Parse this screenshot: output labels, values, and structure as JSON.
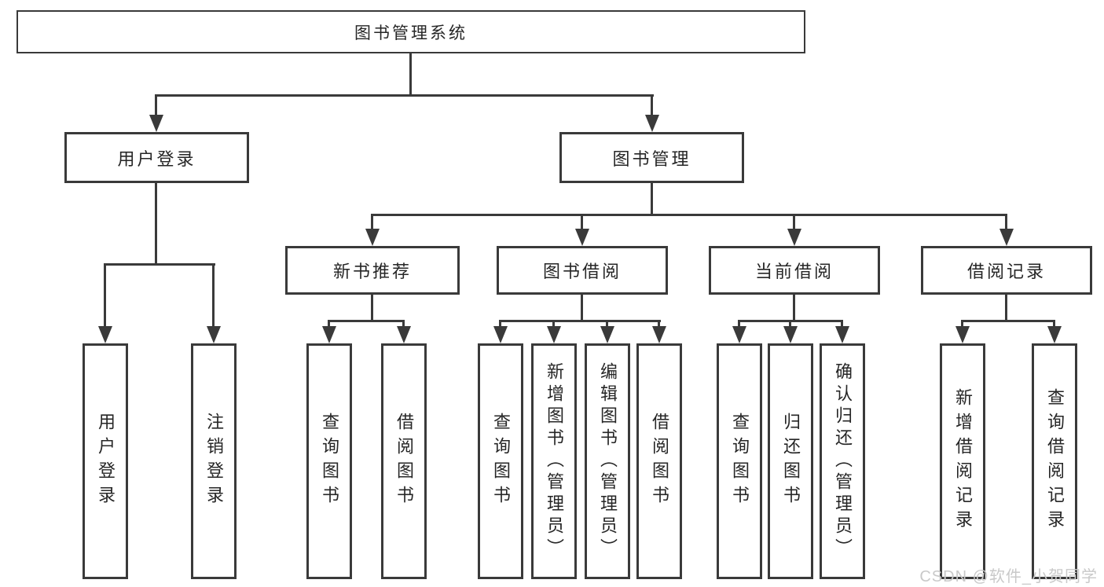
{
  "root": {
    "label": "图书管理系统"
  },
  "level2": {
    "user_login": "用户登录",
    "book_management": "图书管理"
  },
  "level3": {
    "new_book_recommend": "新书推荐",
    "book_borrow": "图书借阅",
    "current_borrow": "当前借阅",
    "borrow_records": "借阅记录"
  },
  "leaves": {
    "user_login": "用户登录",
    "logout": "注销登录",
    "recommend_query_books": "查询图书",
    "recommend_borrow_books": "借阅图书",
    "borrow_query_books": "查询图书",
    "borrow_add_books": "新增图书（管理员）",
    "borrow_edit_books": "编辑图书（管理员）",
    "borrow_borrow_books": "借阅图书",
    "current_query_books": "查询图书",
    "current_return_books": "归还图书",
    "current_confirm_return": "确认归还（管理员）",
    "records_add_record": "新增借阅记录",
    "records_query_record": "查询借阅记录"
  },
  "watermark": {
    "text": "CSDN @软件_小贺同学"
  },
  "colors": {
    "line": "#3a3a3a",
    "text": "#262626",
    "watermark": "#c9c9c9",
    "background": "#ffffff"
  }
}
